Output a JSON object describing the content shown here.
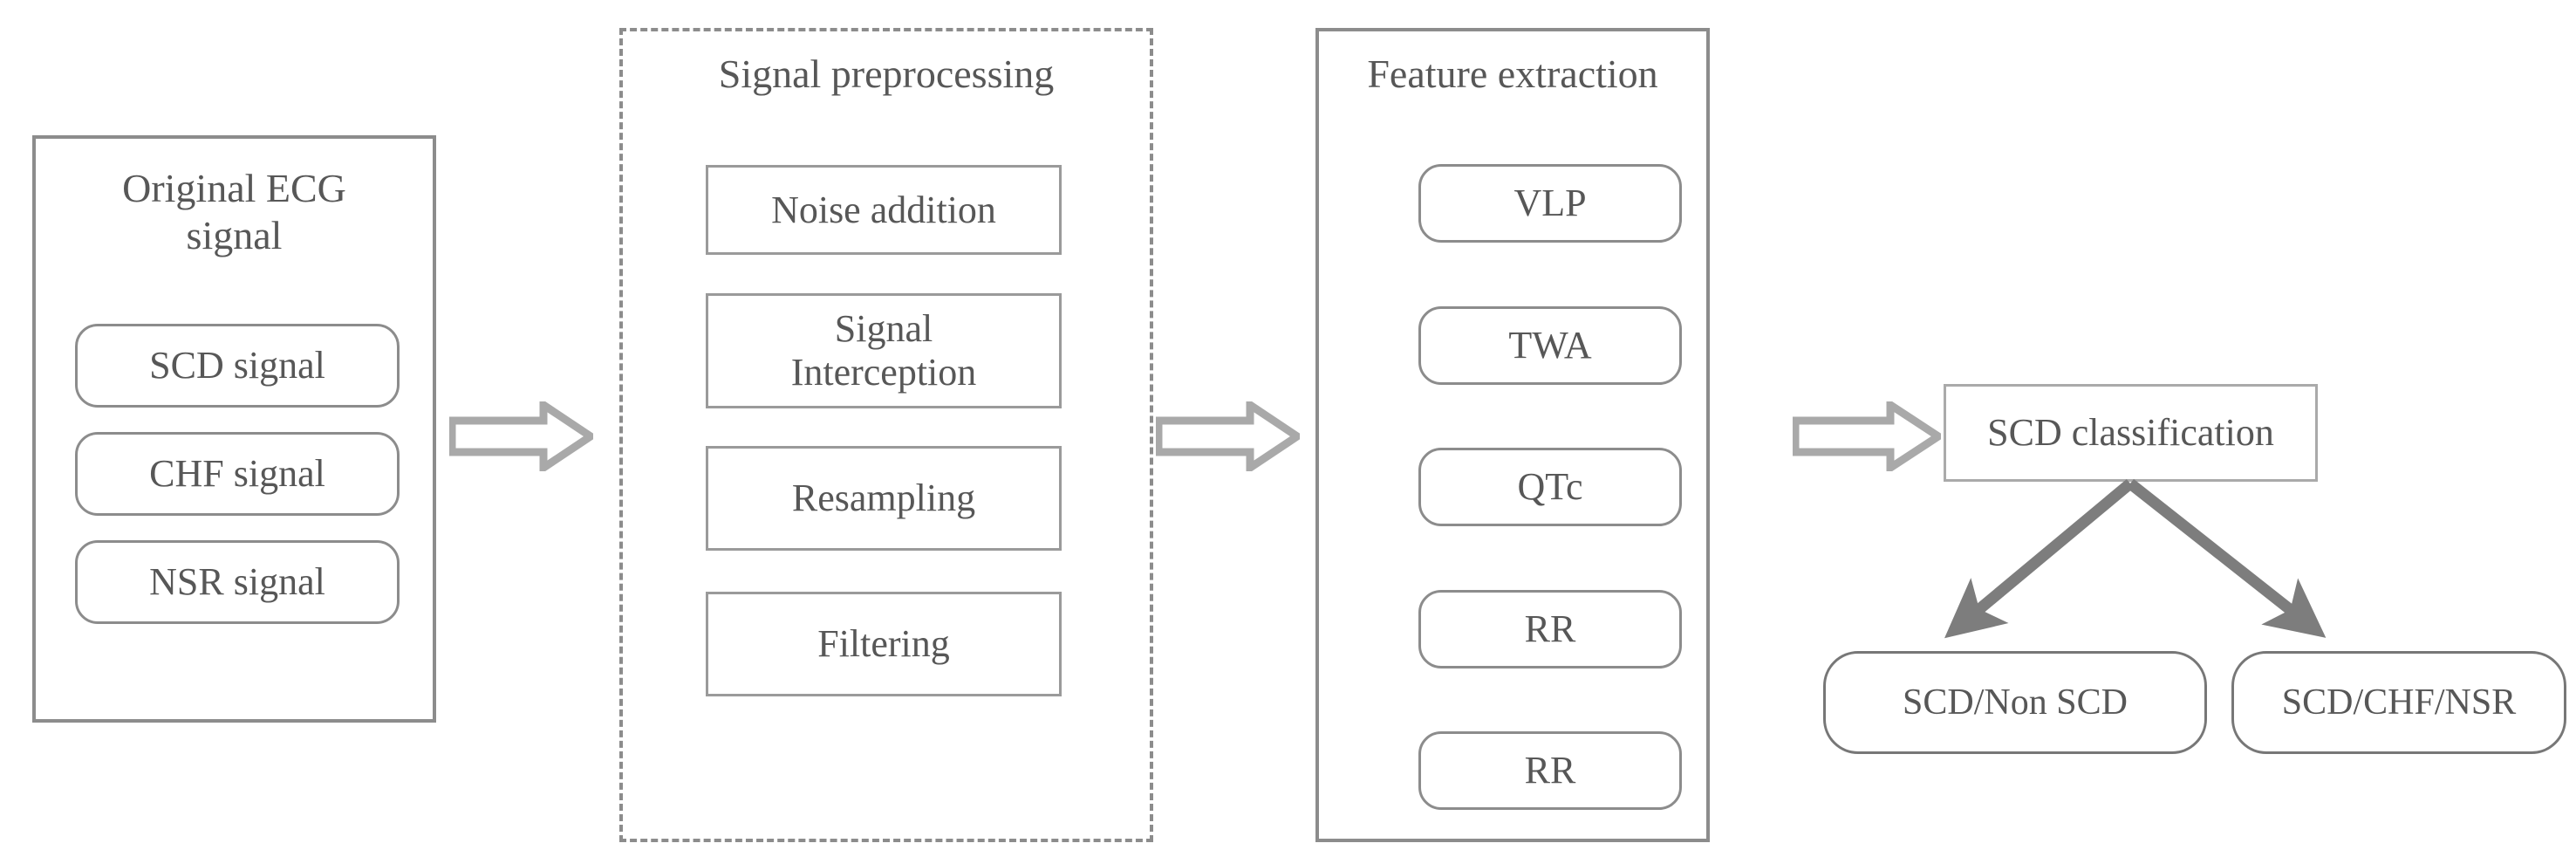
{
  "figure": {
    "kind": "flowchart",
    "orientation": "left-to-right",
    "palette": {
      "text": "#575757",
      "border_strong": "#8c8c8c",
      "border_light": "#aaaaaa",
      "arrow_outline": "#a9a9a9",
      "arrow_solid": "#7d7d7d",
      "background": "#ffffff"
    }
  },
  "stages": {
    "input": {
      "title": "Original ECG\nsignal",
      "border_style": "solid",
      "items": [
        {
          "label": "SCD signal",
          "shape": "rounded"
        },
        {
          "label": "CHF signal",
          "shape": "rounded"
        },
        {
          "label": "NSR signal",
          "shape": "rounded"
        }
      ]
    },
    "preprocessing": {
      "title": "Signal preprocessing",
      "border_style": "dashed",
      "items": [
        {
          "label": "Noise addition",
          "shape": "rectangle"
        },
        {
          "label": "Signal\nInterception",
          "shape": "rectangle"
        },
        {
          "label": "Resampling",
          "shape": "rectangle"
        },
        {
          "label": "Filtering",
          "shape": "rectangle"
        }
      ]
    },
    "features": {
      "title": "Feature extraction",
      "border_style": "solid",
      "items": [
        {
          "label": "VLP",
          "shape": "rounded"
        },
        {
          "label": "TWA",
          "shape": "rounded"
        },
        {
          "label": "QTc",
          "shape": "rounded"
        },
        {
          "label": "RR",
          "shape": "rounded"
        },
        {
          "label": "RR",
          "shape": "rounded"
        }
      ]
    },
    "classification": {
      "label": "SCD classification",
      "border_style": "solid-light",
      "outputs": [
        {
          "label": "SCD/Non SCD",
          "shape": "rounded"
        },
        {
          "label": "SCD/CHF/NSR",
          "shape": "rounded"
        }
      ]
    }
  },
  "connectors": {
    "block_arrows": [
      {
        "name": "input-to-preprocessing",
        "direction": "right"
      },
      {
        "name": "preprocessing-to-features",
        "direction": "right"
      },
      {
        "name": "features-to-classification",
        "direction": "right"
      }
    ],
    "branch_arrows": [
      {
        "name": "classification-to-binary",
        "direction": "down-left"
      },
      {
        "name": "classification-to-multiclass",
        "direction": "down-right"
      }
    ]
  }
}
